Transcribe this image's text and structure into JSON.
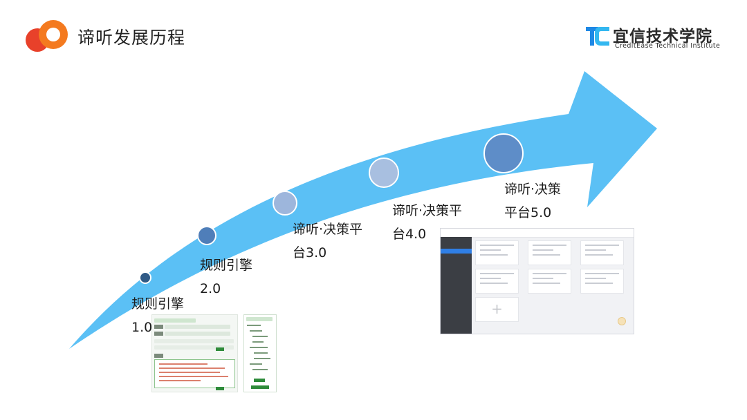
{
  "header": {
    "title": "谛听发展历程",
    "brand_name": "宜信技术学院",
    "brand_subtitle": "CreditEase Technical Institute"
  },
  "colors": {
    "arrow": "#5BC0F5",
    "logo_orange": "#F47A1F",
    "logo_red": "#E8412A",
    "brand_blue": "#1E88E5",
    "brand_cyan": "#33B7F0",
    "dot_1": "#2F5A86",
    "dot_2": "#4F7EB9",
    "dot_3": "#9DB6DC",
    "dot_4": "#A8BFE0",
    "dot_5": "#5E8DC8"
  },
  "milestones": [
    {
      "line1": "规则引擎",
      "line2": "1.0"
    },
    {
      "line1": "规则引擎",
      "line2": "2.0"
    },
    {
      "line1": "谛听·决策平",
      "line2": "台3.0"
    },
    {
      "line1": "谛听·决策平",
      "line2": "台4.0"
    },
    {
      "line1": "谛听·决策",
      "line2": "平台5.0"
    }
  ],
  "icons": {
    "logo": "orange-ring-logo-icon",
    "brand": "tc-logo-icon",
    "plus": "plus-icon"
  },
  "mock_add_symbol": "+"
}
